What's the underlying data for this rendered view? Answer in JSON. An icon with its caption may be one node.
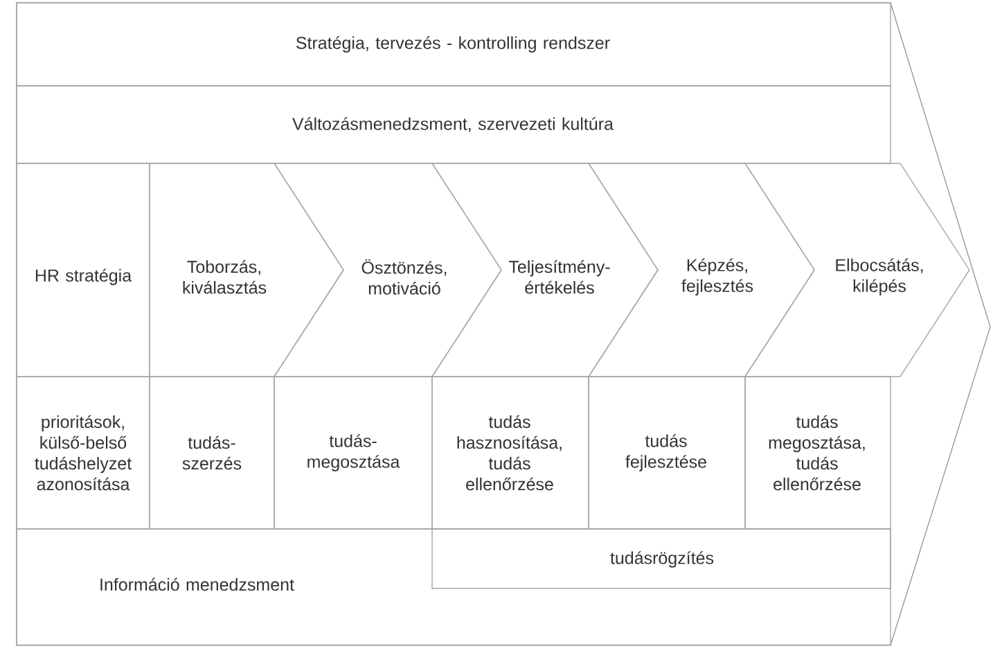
{
  "diagram": {
    "nodes": [
      {
        "text": [
          "Stratégia, tervezés - kontrolling rendszer"
        ]
      },
      {
        "text": [
          "Változásmenedzsment, szervezeti kultúra"
        ]
      },
      {
        "text": [
          "HR stratégia"
        ]
      },
      {
        "text": [
          "Toborzás, kiválasztás"
        ]
      },
      {
        "text": [
          "Ösztönzés, motiváció"
        ]
      },
      {
        "text": [
          "Teljesítmény- értékelés"
        ]
      },
      {
        "text": [
          "Képzés, fejlesztés"
        ]
      },
      {
        "text": [
          "Elbocsátás, kilépés"
        ]
      },
      {
        "text": [
          "prioritások, külső-belső tudáshelyzet azonosítása"
        ]
      },
      {
        "text": [
          "tudás- szerzés"
        ]
      },
      {
        "text": [
          "tudás- megosztása"
        ]
      },
      {
        "text": [
          "tudás hasznosítása, tudás ellenőrzése"
        ]
      },
      {
        "text": [
          "tudás fejlesztése"
        ]
      },
      {
        "text": [
          "tudás megosztása, tudás ellenőrzése"
        ]
      },
      {
        "text": [
          "Információ menedzsment"
        ]
      },
      {
        "text": [
          "tudásrögzítés"
        ],
        "in": 14
      }
    ]
  }
}
